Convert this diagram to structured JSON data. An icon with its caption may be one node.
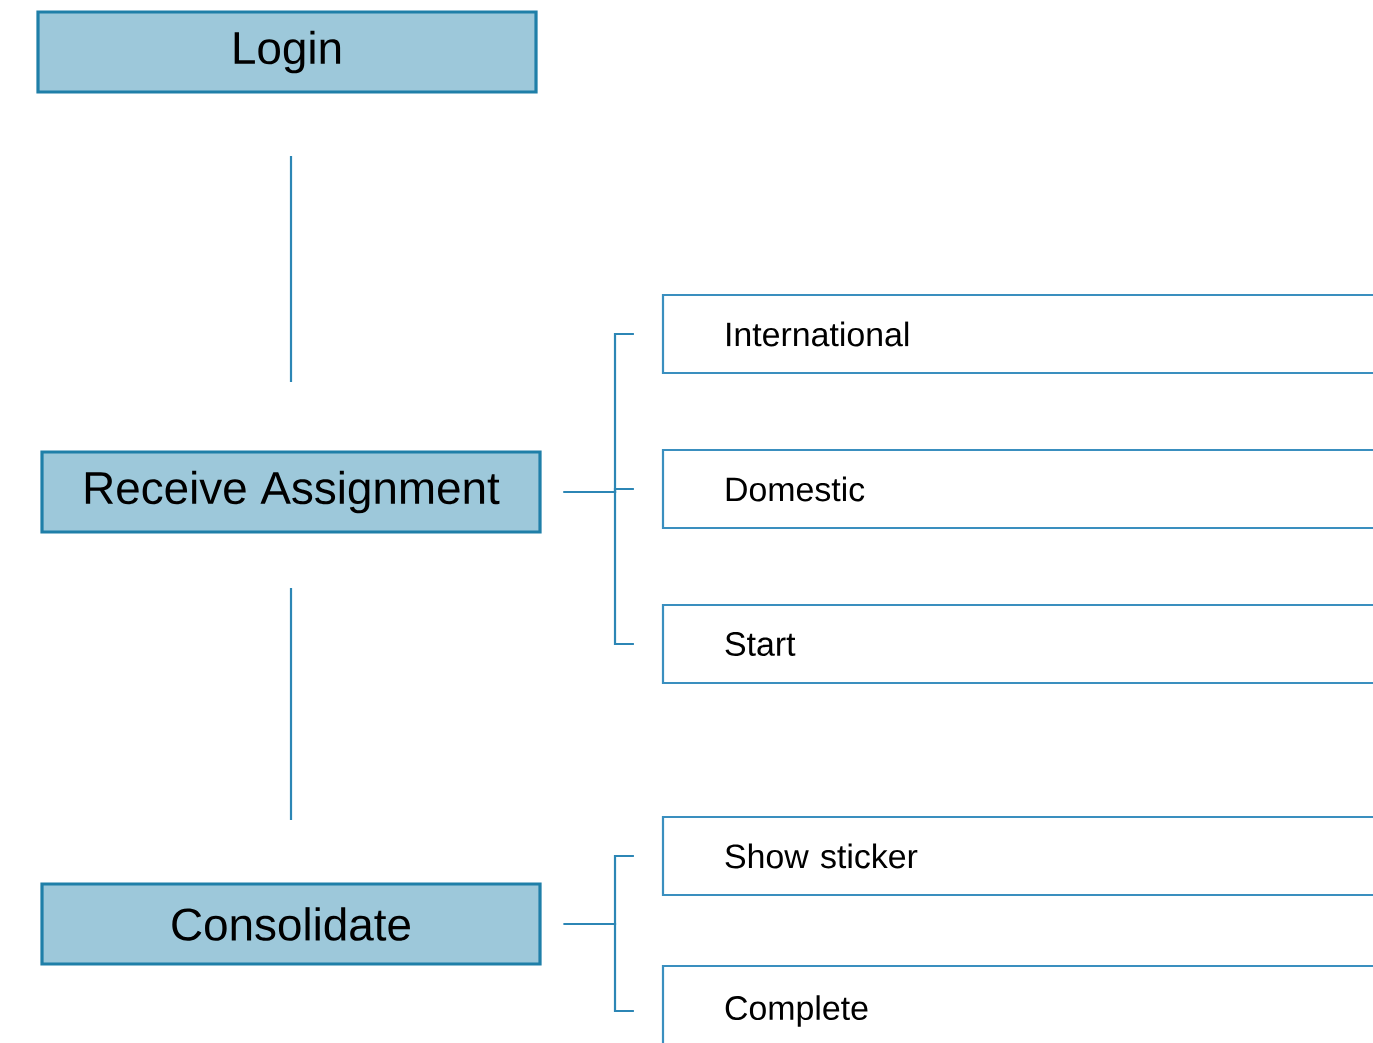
{
  "diagram": {
    "nodes": [
      {
        "text": [
          "Login"
        ]
      },
      {
        "text": [
          "Receive Assignment"
        ]
      },
      {
        "text": [
          "Consolidate"
        ]
      },
      {
        "text": [
          "International"
        ]
      },
      {
        "text": [
          "Domestic"
        ]
      },
      {
        "text": [
          "Start"
        ]
      },
      {
        "text": [
          "Show sticker"
        ]
      },
      {
        "text": [
          "Complete"
        ]
      }
    ],
    "edges": [
      {
        "from": 0,
        "to": 1,
        "arrow": "none"
      },
      {
        "from": 1,
        "to": 2,
        "arrow": "none"
      },
      {
        "from": 1,
        "to": 3,
        "arrow": "none"
      },
      {
        "from": 1,
        "to": 4,
        "arrow": "none"
      },
      {
        "from": 1,
        "to": 5,
        "arrow": "none"
      },
      {
        "from": 2,
        "to": 6,
        "arrow": "none"
      },
      {
        "from": 2,
        "to": 7,
        "arrow": "none"
      }
    ]
  }
}
